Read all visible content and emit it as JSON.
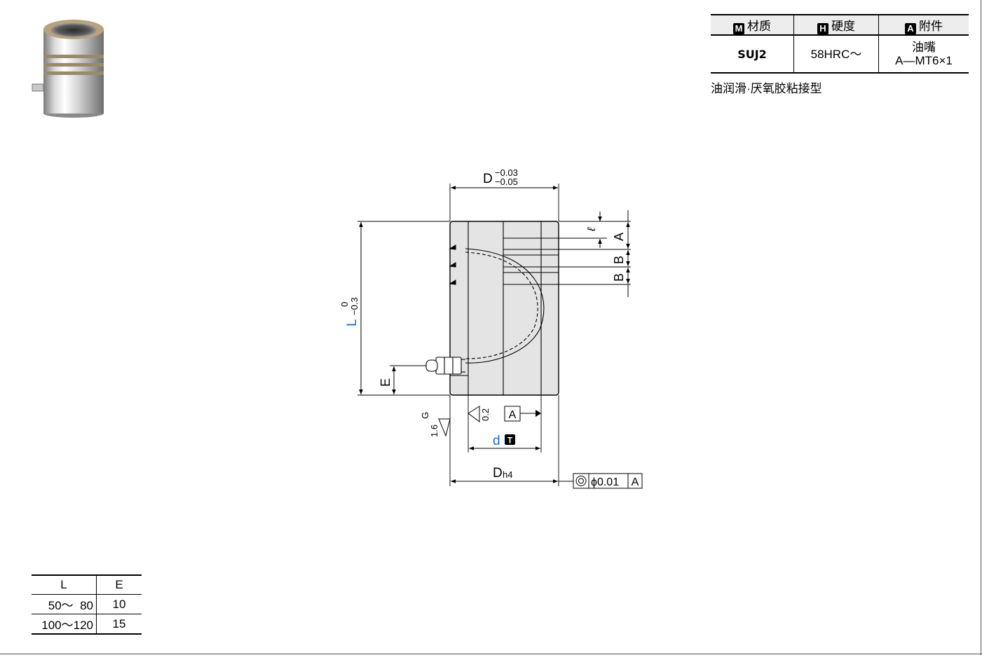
{
  "spec_table": {
    "headers": [
      {
        "badge": "M",
        "label": "材质"
      },
      {
        "badge": "H",
        "label": "硬度"
      },
      {
        "badge": "A",
        "label": "附件"
      }
    ],
    "material": "SUJ2",
    "hardness": "58HRC～",
    "accessory_line1": "油嘴",
    "accessory_line2": "A—MT6×1"
  },
  "note": "油润滑·厌氧胶粘接型",
  "drawing": {
    "d_top_label": "D",
    "d_top_tol_upper": "−0.03",
    "d_top_tol_lower": "−0.05",
    "l_label": "L",
    "l_tol_upper": "0",
    "l_tol_lower": "−0.3",
    "ell_label": "ℓ",
    "a_label": "A",
    "b_label1": "B",
    "b_label2": "B",
    "e_label": "E",
    "g_label": "G",
    "roughness_16": "1.6",
    "roughness_02": "0.2",
    "datum_a": "A",
    "d_inner_label": "d",
    "d_inner_badge": "T",
    "dh4_main": "D",
    "dh4_sub": "h4",
    "concentricity_value": "ϕ0.01",
    "concentricity_datum": "A"
  },
  "le_table": {
    "headers": [
      "L",
      "E"
    ],
    "rows": [
      {
        "l": "50～  80",
        "e": "10"
      },
      {
        "l": "100～120",
        "e": "15"
      }
    ]
  },
  "colors": {
    "blue_label": "#1a6fc0",
    "part_fill": "#e4e4e4"
  }
}
